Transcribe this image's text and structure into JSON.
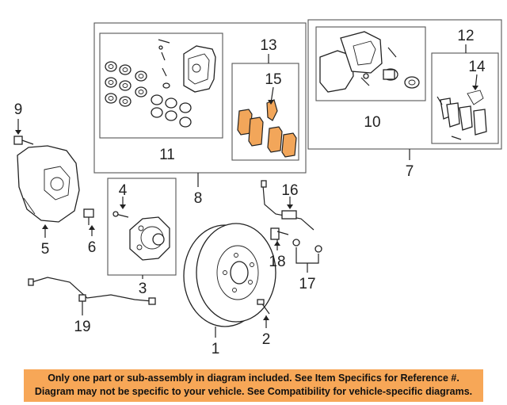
{
  "callouts": {
    "c1": "1",
    "c2": "2",
    "c3": "3",
    "c4": "4",
    "c5": "5",
    "c6": "6",
    "c7": "7",
    "c8": "8",
    "c9": "9",
    "c10": "10",
    "c11": "11",
    "c12": "12",
    "c13": "13",
    "c14": "14",
    "c15": "15",
    "c16": "16",
    "c17": "17",
    "c18": "18",
    "c19": "19"
  },
  "notice": {
    "line1": "Only one part or sub-assembly in diagram included. See Item Specifics for Reference #.",
    "line2": "Diagram may not be specific to your vehicle. See Compatibility for vehicle-specific diagrams."
  },
  "colors": {
    "notice_background": "#f7a757",
    "highlight_pads": "#f2a65a",
    "linework": "#222222"
  }
}
